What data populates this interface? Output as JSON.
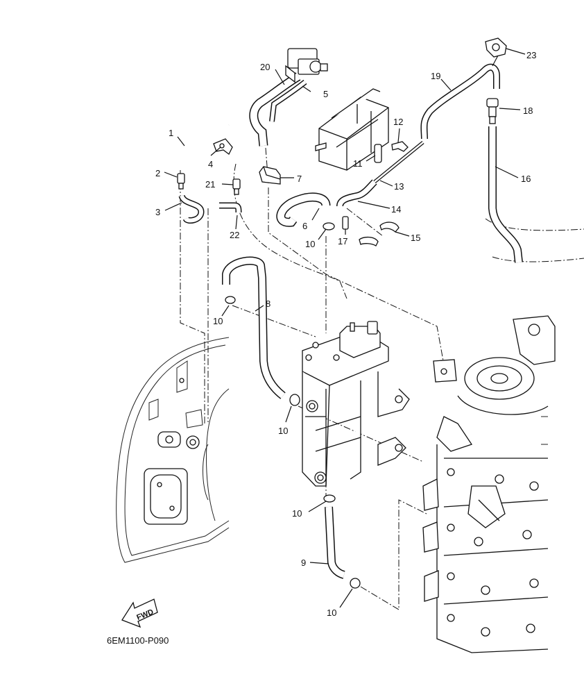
{
  "diagram": {
    "drawing_code": "6EM1100-P090",
    "direction_label": "FWD",
    "callouts": [
      {
        "id": "c1",
        "text": "1"
      },
      {
        "id": "c2",
        "text": "2"
      },
      {
        "id": "c3",
        "text": "3"
      },
      {
        "id": "c4",
        "text": "4"
      },
      {
        "id": "c5",
        "text": "5"
      },
      {
        "id": "c6",
        "text": "6"
      },
      {
        "id": "c7",
        "text": "7"
      },
      {
        "id": "c8",
        "text": "8"
      },
      {
        "id": "c9",
        "text": "9"
      },
      {
        "id": "c10a",
        "text": "10"
      },
      {
        "id": "c10b",
        "text": "10"
      },
      {
        "id": "c10c",
        "text": "10"
      },
      {
        "id": "c10d",
        "text": "10"
      },
      {
        "id": "c10e",
        "text": "10"
      },
      {
        "id": "c11",
        "text": "11"
      },
      {
        "id": "c12",
        "text": "12"
      },
      {
        "id": "c13",
        "text": "13"
      },
      {
        "id": "c14",
        "text": "14"
      },
      {
        "id": "c15",
        "text": "15"
      },
      {
        "id": "c16",
        "text": "16"
      },
      {
        "id": "c17",
        "text": "17"
      },
      {
        "id": "c18",
        "text": "18"
      },
      {
        "id": "c19",
        "text": "19"
      },
      {
        "id": "c20",
        "text": "20"
      },
      {
        "id": "c21",
        "text": "21"
      },
      {
        "id": "c22",
        "text": "22"
      },
      {
        "id": "c23",
        "text": "23"
      }
    ]
  }
}
